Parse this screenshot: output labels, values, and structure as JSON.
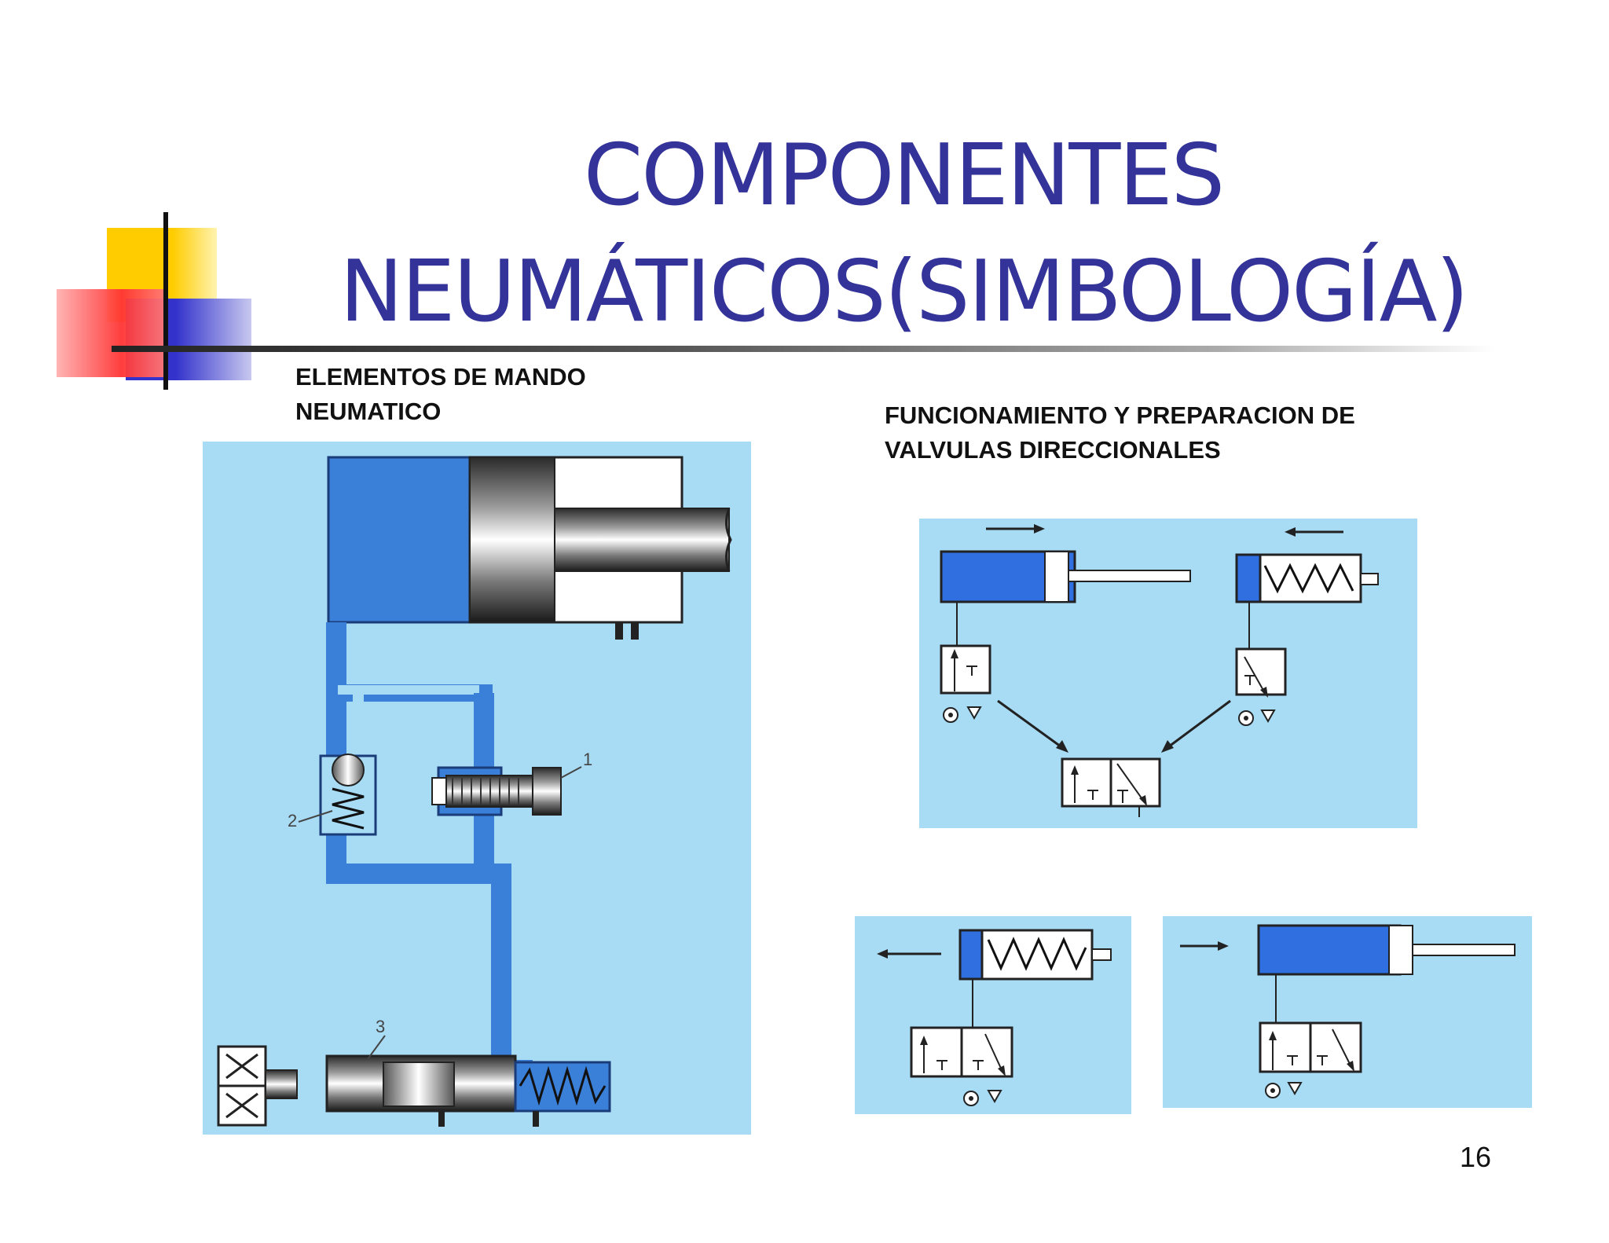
{
  "slide": {
    "title_line1": "COMPONENTES",
    "title_line2": "NEUMÁTICOS(SIMBOLOGÍA)",
    "subtitle_left_line1": "ELEMENTOS DE MANDO",
    "subtitle_left_line2": "NEUMATICO",
    "subtitle_right_line1": "FUNCIONAMIENTO Y  PREPARACION DE",
    "subtitle_right_line2": "VALVULAS DIRECCIONALES",
    "page_number": "16"
  },
  "diagram_labels": {
    "part_1": "1",
    "part_2": "2",
    "part_3": "3"
  },
  "colors": {
    "title": "#333399",
    "panel_bg": "#a8dcf5",
    "fluid_blue": "#3a7fd8",
    "cylinder_blue": "#2f6fe0",
    "deco_yellow": "#ffcc00",
    "deco_red": "#ff3333",
    "deco_blue": "#3333cc"
  }
}
